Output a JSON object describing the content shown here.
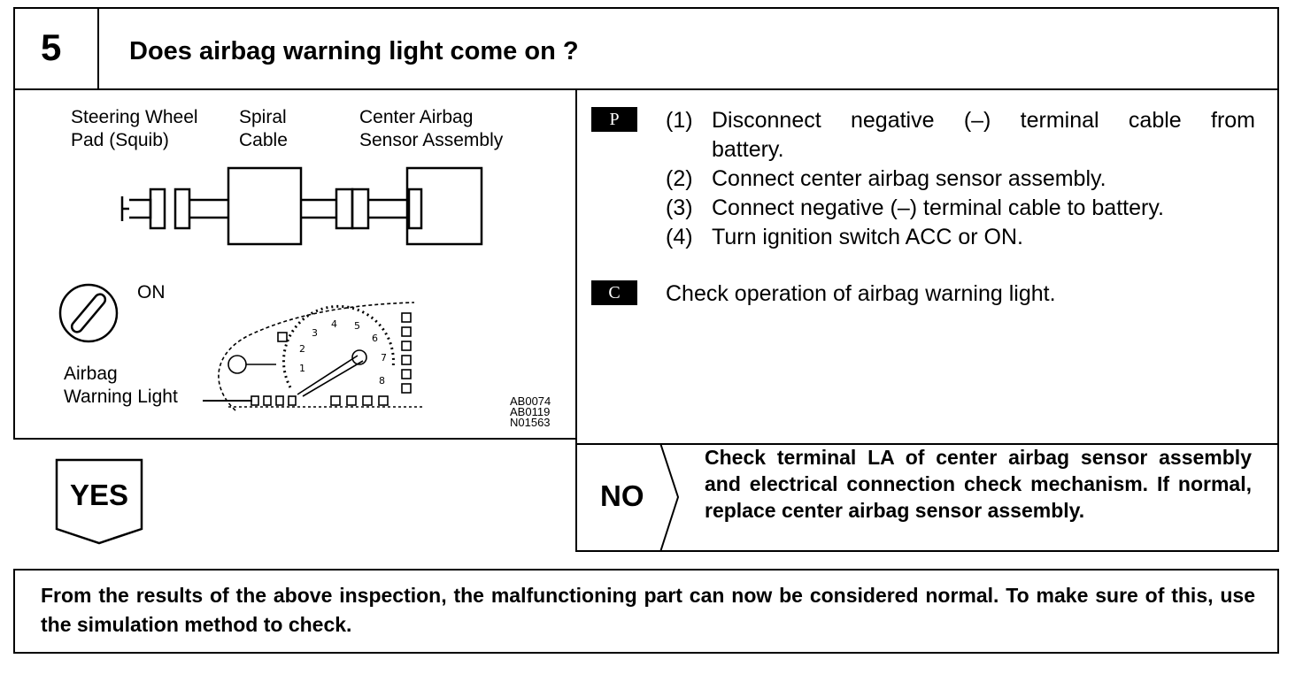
{
  "step": {
    "number": "5",
    "question": "Does airbag warning light come on ?"
  },
  "diagram": {
    "label_steering": [
      "Steering Wheel",
      "Pad (Squib)"
    ],
    "label_spiral": [
      "Spiral",
      "Cable"
    ],
    "label_center": [
      "Center Airbag",
      "Sensor Assembly"
    ],
    "label_on": "ON",
    "label_warning": [
      "Airbag",
      "Warning Light"
    ],
    "codes": [
      "AB0074",
      "AB0119",
      "N01563"
    ]
  },
  "procedure": {
    "p_badge": "P",
    "steps": [
      {
        "num": "(1)",
        "lines": [
          "Disconnect negative (–) terminal cable from",
          "battery."
        ]
      },
      {
        "num": "(2)",
        "lines": [
          "Connect center airbag sensor assembly."
        ]
      },
      {
        "num": "(3)",
        "lines": [
          "Connect negative (–) terminal cable to battery."
        ]
      },
      {
        "num": "(4)",
        "lines": [
          "Turn ignition switch ACC or ON."
        ]
      }
    ],
    "c_badge": "C",
    "check_text": "Check operation of airbag warning light."
  },
  "result": {
    "yes_label": "YES",
    "no_label": "NO",
    "no_text": "Check terminal LA of center airbag sensor assembly and electrical connection check mechanism. If normal, replace center airbag sensor assembly."
  },
  "footer": {
    "text": "From the results of the above inspection, the malfunctioning part can now be considered normal. To make sure of this, use the simulation method to check."
  }
}
